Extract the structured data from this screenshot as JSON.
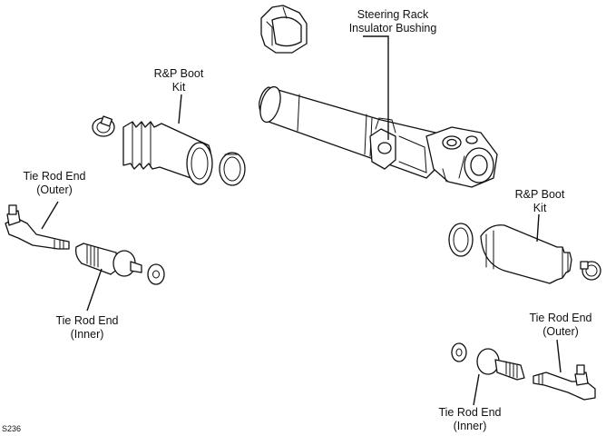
{
  "labels": {
    "steering_rack_bushing": [
      "Steering Rack",
      "Insulator Bushing"
    ],
    "rp_boot_kit_left": [
      "R&P Boot",
      "Kit"
    ],
    "rp_boot_kit_right": [
      "R&P Boot",
      "Kit"
    ],
    "tie_rod_outer_left": [
      "Tie Rod End",
      "(Outer)"
    ],
    "tie_rod_inner_left": [
      "Tie Rod End",
      "(Inner)"
    ],
    "tie_rod_outer_right": [
      "Tie Rod End",
      "(Outer)"
    ],
    "tie_rod_inner_right": [
      "Tie Rod End",
      "(Inner)"
    ]
  },
  "figure_code": "S236"
}
